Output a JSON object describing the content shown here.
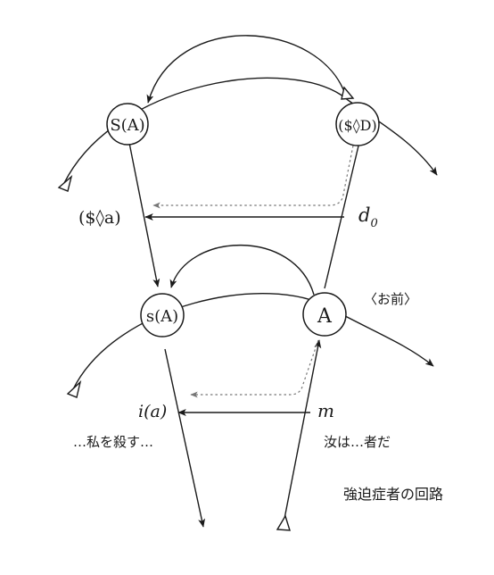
{
  "diagram": {
    "nodes": {
      "upper_left": "S(A)",
      "upper_right": "($◊D)",
      "lower_left": "s(A)",
      "lower_right": "A"
    },
    "labels": {
      "fantasy": "($◊a)",
      "demand": "d",
      "demand_sub": "0",
      "you": "〈お前〉",
      "image": "i(a)",
      "ego": "m",
      "kill_me": "…私を殺す…",
      "you_are": "汝は…者だ"
    },
    "caption": "強迫症者の回路"
  },
  "colors": {
    "line": "#1a1a1a",
    "dotted": "#777777",
    "background": "#ffffff"
  }
}
